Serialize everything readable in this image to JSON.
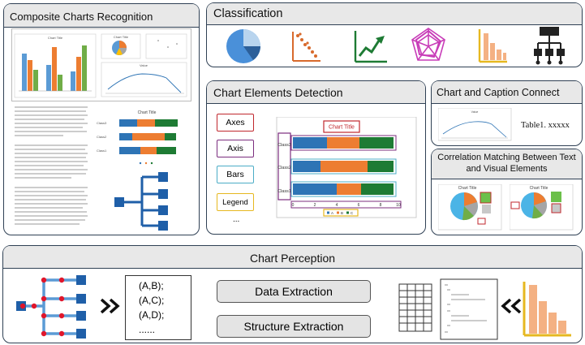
{
  "composite": {
    "title": "Composite Charts Recognition",
    "mini_bar_title": "Chart Title",
    "mini_pie_title": "Chart Title",
    "mini_line_title": "Value",
    "hbar_title": "Chart Title",
    "hbar_classes": [
      "Class1",
      "Class2",
      "Class3"
    ]
  },
  "classification": {
    "title": "Classification",
    "icons": [
      "pie-chart-icon",
      "scatter-chart-icon",
      "line-chart-icon",
      "radar-chart-icon",
      "bar-chart-icon",
      "tree-diagram-icon"
    ]
  },
  "detection": {
    "title": "Chart Elements Detection",
    "labels": [
      {
        "text": "Axes",
        "color": "#c0272d"
      },
      {
        "text": "Axis",
        "color": "#7b2d7e"
      },
      {
        "text": "Bars",
        "color": "#4bacc6"
      },
      {
        "text": "Legend",
        "color": "#e6b820"
      }
    ],
    "ellipsis": "...",
    "chart_title": "Chart Title",
    "categories": [
      "Class3",
      "Class2",
      "Class1"
    ],
    "xticks": [
      "0",
      "2",
      "4",
      "6",
      "8",
      "10"
    ],
    "legend": [
      "A",
      "B",
      "C"
    ]
  },
  "caption_connect": {
    "title": "Chart and Caption Connect",
    "caption": "Table1. xxxxx",
    "chart_title": "Value"
  },
  "correlation": {
    "title": "Correlation Matching Between Text and Visual Elements",
    "chart_title": "Chart Title"
  },
  "perception": {
    "title": "Chart Perception",
    "tuples": [
      "(A,B);",
      "(A,C);",
      "(A,D);",
      "......"
    ],
    "data_extraction": "Data Extraction",
    "structure_extraction": "Structure Extraction"
  },
  "colors": {
    "blue": "#2e74b5",
    "orange": "#ed7d31",
    "green": "#1e7b34",
    "pink": "#f4b183",
    "gold": "#e6b820"
  }
}
